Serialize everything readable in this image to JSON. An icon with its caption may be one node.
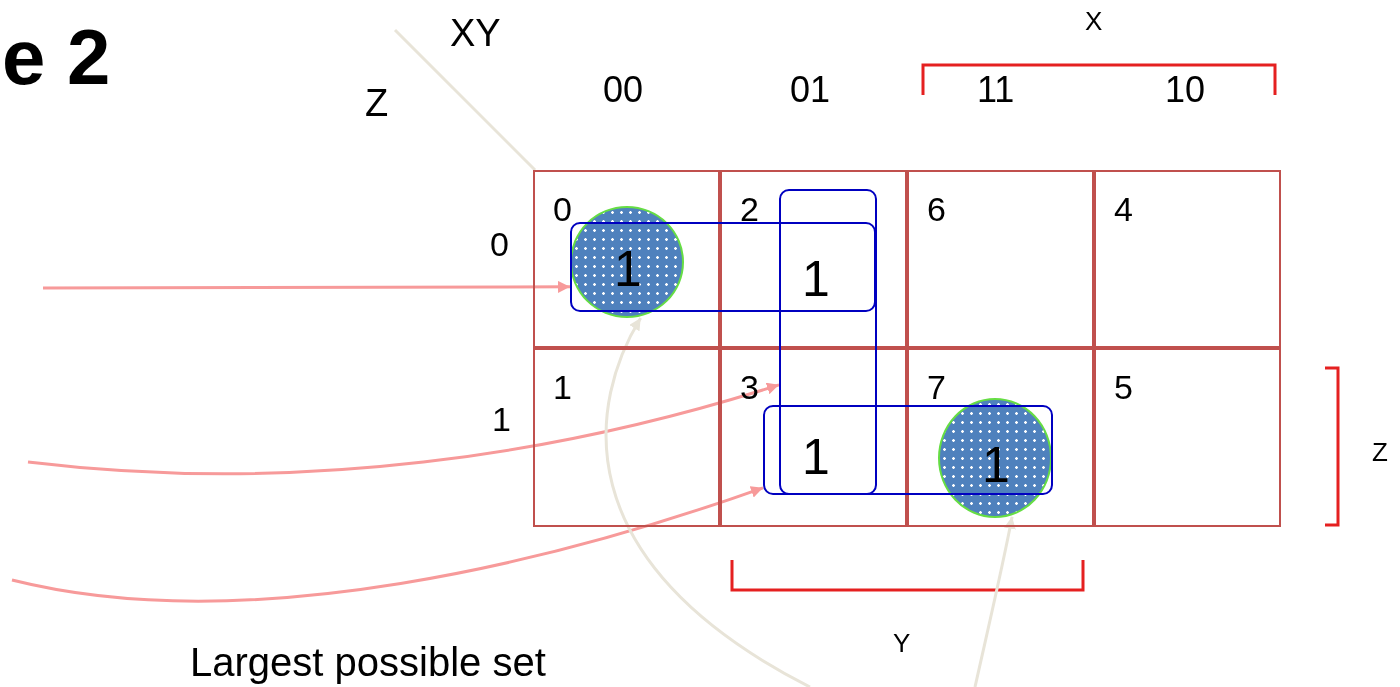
{
  "diagram": {
    "title": "e 2",
    "nodes": [
      {
        "text": [
          "0"
        ]
      },
      {
        "text": [
          "1"
        ],
        "in": 0
      },
      {
        "text": [
          "2"
        ]
      },
      {
        "text": [
          "1"
        ]
      },
      {
        "text": [
          "6"
        ]
      },
      {
        "text": [
          "4"
        ]
      },
      {
        "text": [
          "1"
        ]
      },
      {
        "text": [
          "3"
        ]
      },
      {
        "text": [
          "1"
        ]
      },
      {
        "text": [
          "7"
        ]
      },
      {
        "text": [
          "1"
        ],
        "in": 9
      },
      {
        "text": [
          "5"
        ]
      },
      {
        "text": [],
        "shape": "box"
      },
      {
        "text": [],
        "shape": "box"
      },
      {
        "text": [],
        "shape": "box"
      }
    ],
    "edges": [
      {
        "from": null,
        "to": 12,
        "arrow": "to"
      },
      {
        "from": null,
        "to": 13,
        "arrow": "to"
      },
      {
        "from": null,
        "to": 14,
        "arrow": "to"
      },
      {
        "from": null,
        "to": 1,
        "arrow": "to",
        "color": "#e8e4d8"
      },
      {
        "from": null,
        "to": 10,
        "arrow": "to",
        "color": "#e8e4d8"
      }
    ],
    "labels": [
      "XY",
      "X",
      "Z",
      "00",
      "01",
      "11",
      "10",
      "0",
      "1",
      "Z",
      "Y",
      "Largest possible set"
    ]
  }
}
